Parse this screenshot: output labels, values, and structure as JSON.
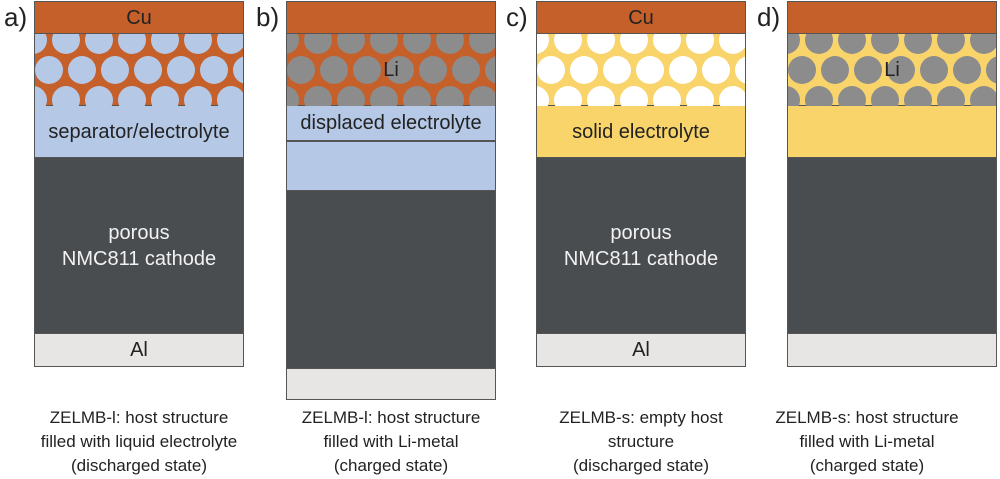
{
  "colors": {
    "copper": "#c6602b",
    "copper_dark": "#b45525",
    "liquid_electrolyte": "#b5c8e6",
    "solid_electrolyte": "#f8d46a",
    "cathode": "#4a4d50",
    "aluminum": "#e8e6e4",
    "li_metal": "#8c8c8c",
    "pore_empty": "#ffffff"
  },
  "panels": [
    {
      "letter": "a)",
      "cu_label": "Cu",
      "host_label": "",
      "electrolyte_label": "separator/electrolyte",
      "cathode_label_1": "porous",
      "cathode_label_2": "NMC811 cathode",
      "al_label": "Al",
      "caption": [
        "ZELMB-l: host structure",
        "filled with liquid electrolyte",
        "(discharged state)"
      ]
    },
    {
      "letter": "b)",
      "cu_label": "",
      "host_label": "Li",
      "electrolyte_label": "displaced electrolyte",
      "cathode_label_1": "",
      "cathode_label_2": "",
      "al_label": "",
      "caption": [
        "ZELMB-l: host structure",
        "filled with Li-metal",
        "(charged state)"
      ]
    },
    {
      "letter": "c)",
      "cu_label": "Cu",
      "host_label": "",
      "electrolyte_label": "solid electrolyte",
      "cathode_label_1": "porous",
      "cathode_label_2": "NMC811 cathode",
      "al_label": "Al",
      "caption": [
        "ZELMB-s: empty host",
        "structure",
        "(discharged state)"
      ]
    },
    {
      "letter": "d)",
      "cu_label": "",
      "host_label": "Li",
      "electrolyte_label": "",
      "cathode_label_1": "",
      "cathode_label_2": "",
      "al_label": "",
      "caption": [
        "ZELMB-s: host structure",
        "filled with Li-metal",
        "(charged state)"
      ]
    }
  ]
}
